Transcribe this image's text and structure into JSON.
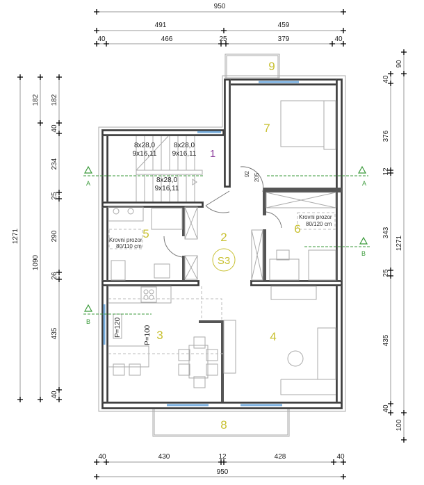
{
  "dimensions": {
    "top": {
      "total": "950",
      "row2": [
        "491",
        "459"
      ],
      "row3": [
        "40",
        "466",
        "25",
        "379",
        "40"
      ]
    },
    "bottom": {
      "total": "950",
      "row1": [
        "40",
        "430",
        "12",
        "428",
        "40"
      ]
    },
    "left": {
      "total": "1271",
      "row2": [
        "182",
        "1090"
      ],
      "row3": [
        "182",
        "40",
        "234",
        "25",
        "290",
        "26",
        "435",
        "40"
      ]
    },
    "right": {
      "row1": [
        "40",
        "376",
        "12",
        "343",
        "25",
        "435",
        "40"
      ],
      "row2": [
        "90",
        "1271",
        "100"
      ]
    }
  },
  "rooms": {
    "r1": "1",
    "r2": "2",
    "r3": "3",
    "r4": "4",
    "r5": "5",
    "r6": "6",
    "r7": "7",
    "r8": "8",
    "r9": "9",
    "stair_code": "S3"
  },
  "stairs": {
    "a1": "8x28,0",
    "a2": "9x16,11",
    "b1": "8x28,0",
    "b2": "9x16,11",
    "c1": "8x28,0",
    "c2": "9x16,11"
  },
  "door_dims": {
    "width": "92",
    "height": "205"
  },
  "skylights": {
    "room5": {
      "label": "Krovni prozor",
      "size": "80/110 cm"
    },
    "room6": {
      "label": "Krovni prozor",
      "size": "80/120 cm"
    }
  },
  "parapets": {
    "p120": "P=120",
    "p100": "P=100"
  },
  "sections": {
    "a_left": "A",
    "a_right": "A",
    "b_left": "B",
    "b_right": "B"
  },
  "colors": {
    "room_label": "#c8c030",
    "room1_label": "#8a3a9a",
    "section": "#3a9a3a",
    "window": "#7ab0e0"
  }
}
